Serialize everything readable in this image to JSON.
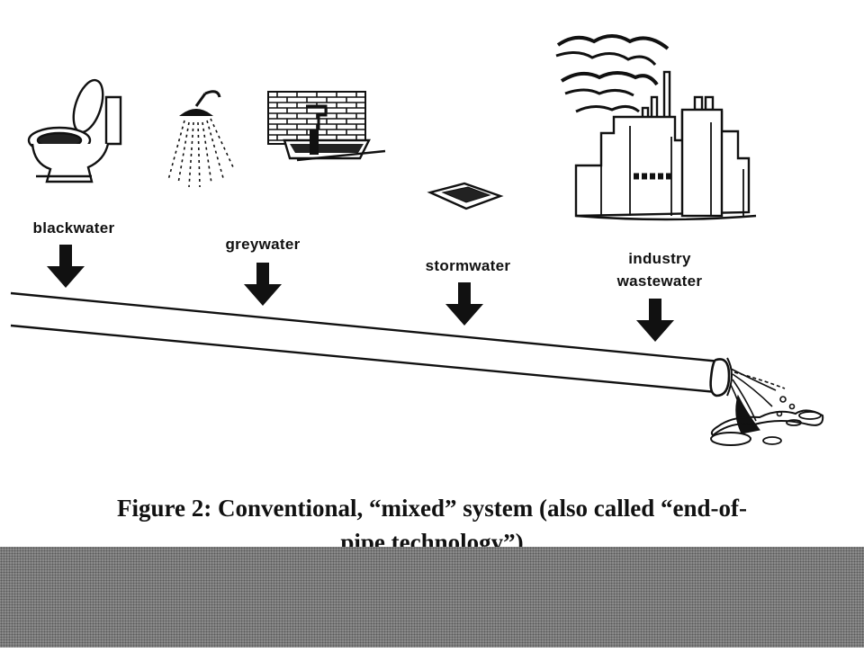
{
  "diagram": {
    "sources": [
      {
        "id": "blackwater",
        "label": "blackwater"
      },
      {
        "id": "greywater",
        "label": "greywater"
      },
      {
        "id": "stormwater",
        "label": "stormwater"
      },
      {
        "id": "industry",
        "label_line1": "industry",
        "label_line2": "wastewater"
      }
    ],
    "caption_line1": "Figure 2: Conventional, “mixed” system (also called “end-of-",
    "caption_line2": "pipe technology”)"
  },
  "colors": {
    "ink": "#111111",
    "background": "#ffffff",
    "band": "#8a8a8a"
  }
}
